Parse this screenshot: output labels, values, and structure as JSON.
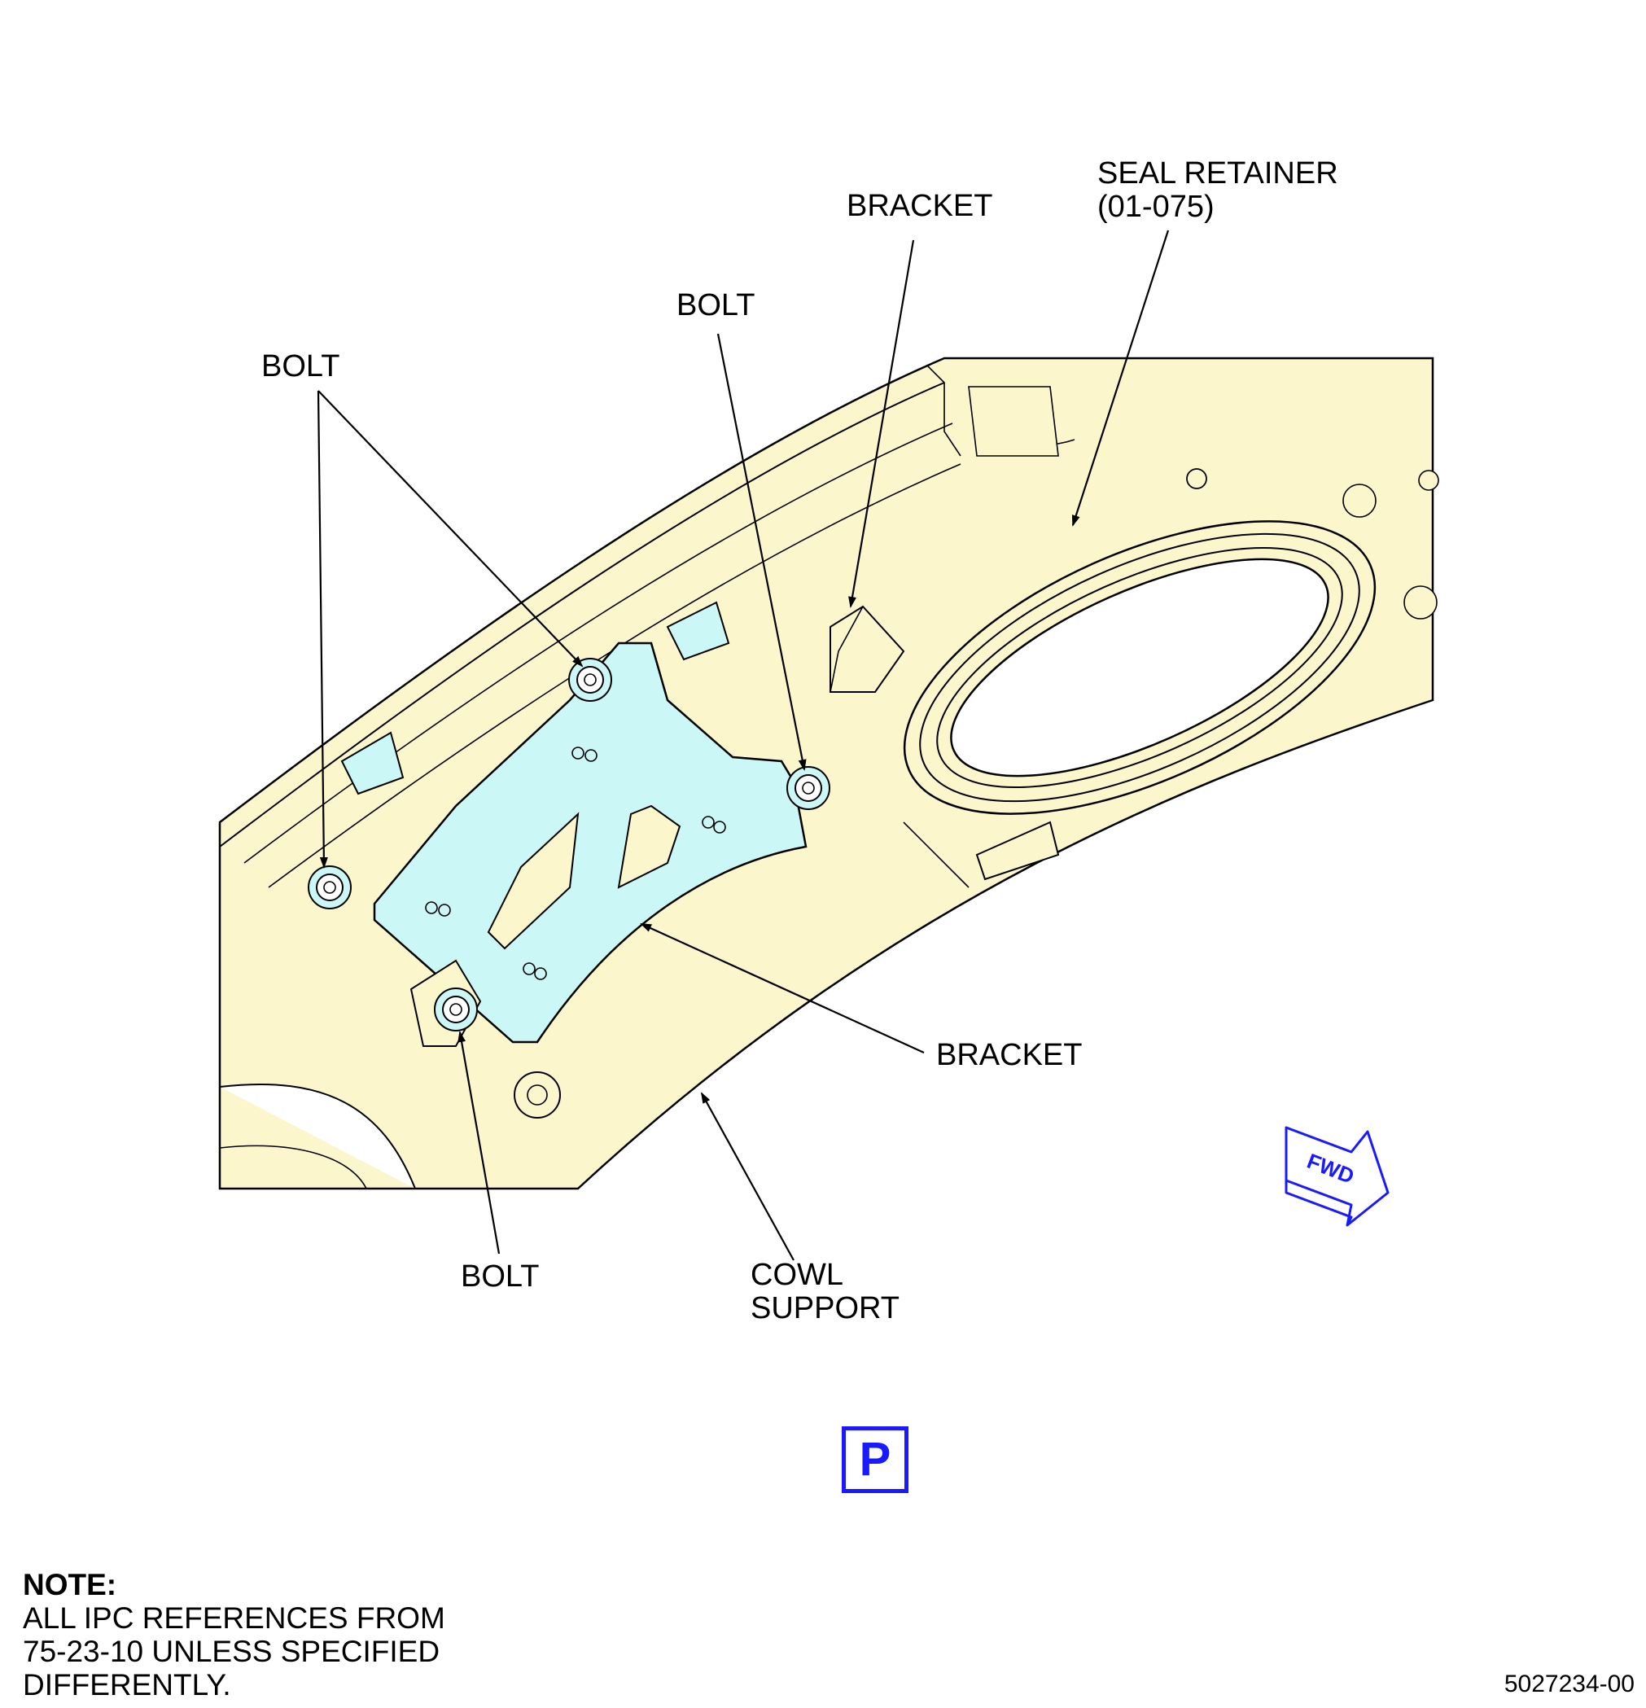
{
  "callouts": {
    "seal_retainer_line1": "SEAL RETAINER",
    "seal_retainer_line2": "(01-075)",
    "bracket_top": "BRACKET",
    "bolt_top_center": "BOLT",
    "bolt_top_left": "BOLT",
    "bracket_bottom": "BRACKET",
    "bolt_bottom": "BOLT",
    "cowl_support_line1": "COWL",
    "cowl_support_line2": "SUPPORT"
  },
  "direction_indicator": {
    "label": "FWD",
    "icon": "forward-arrow-icon",
    "color": "#1a1aff"
  },
  "view_label": {
    "text": "P",
    "color": "#1a1aff"
  },
  "note": {
    "title": "NOTE:",
    "lines": [
      "ALL IPC REFERENCES FROM",
      "75-23-10 UNLESS SPECIFIED",
      "DIFFERENTLY."
    ]
  },
  "figure_id": "5027234-00",
  "colors": {
    "cowl_support": "#fbf6cc",
    "bracket": "#ccf7f7",
    "line": "#000000",
    "accent": "#1a1aff"
  }
}
